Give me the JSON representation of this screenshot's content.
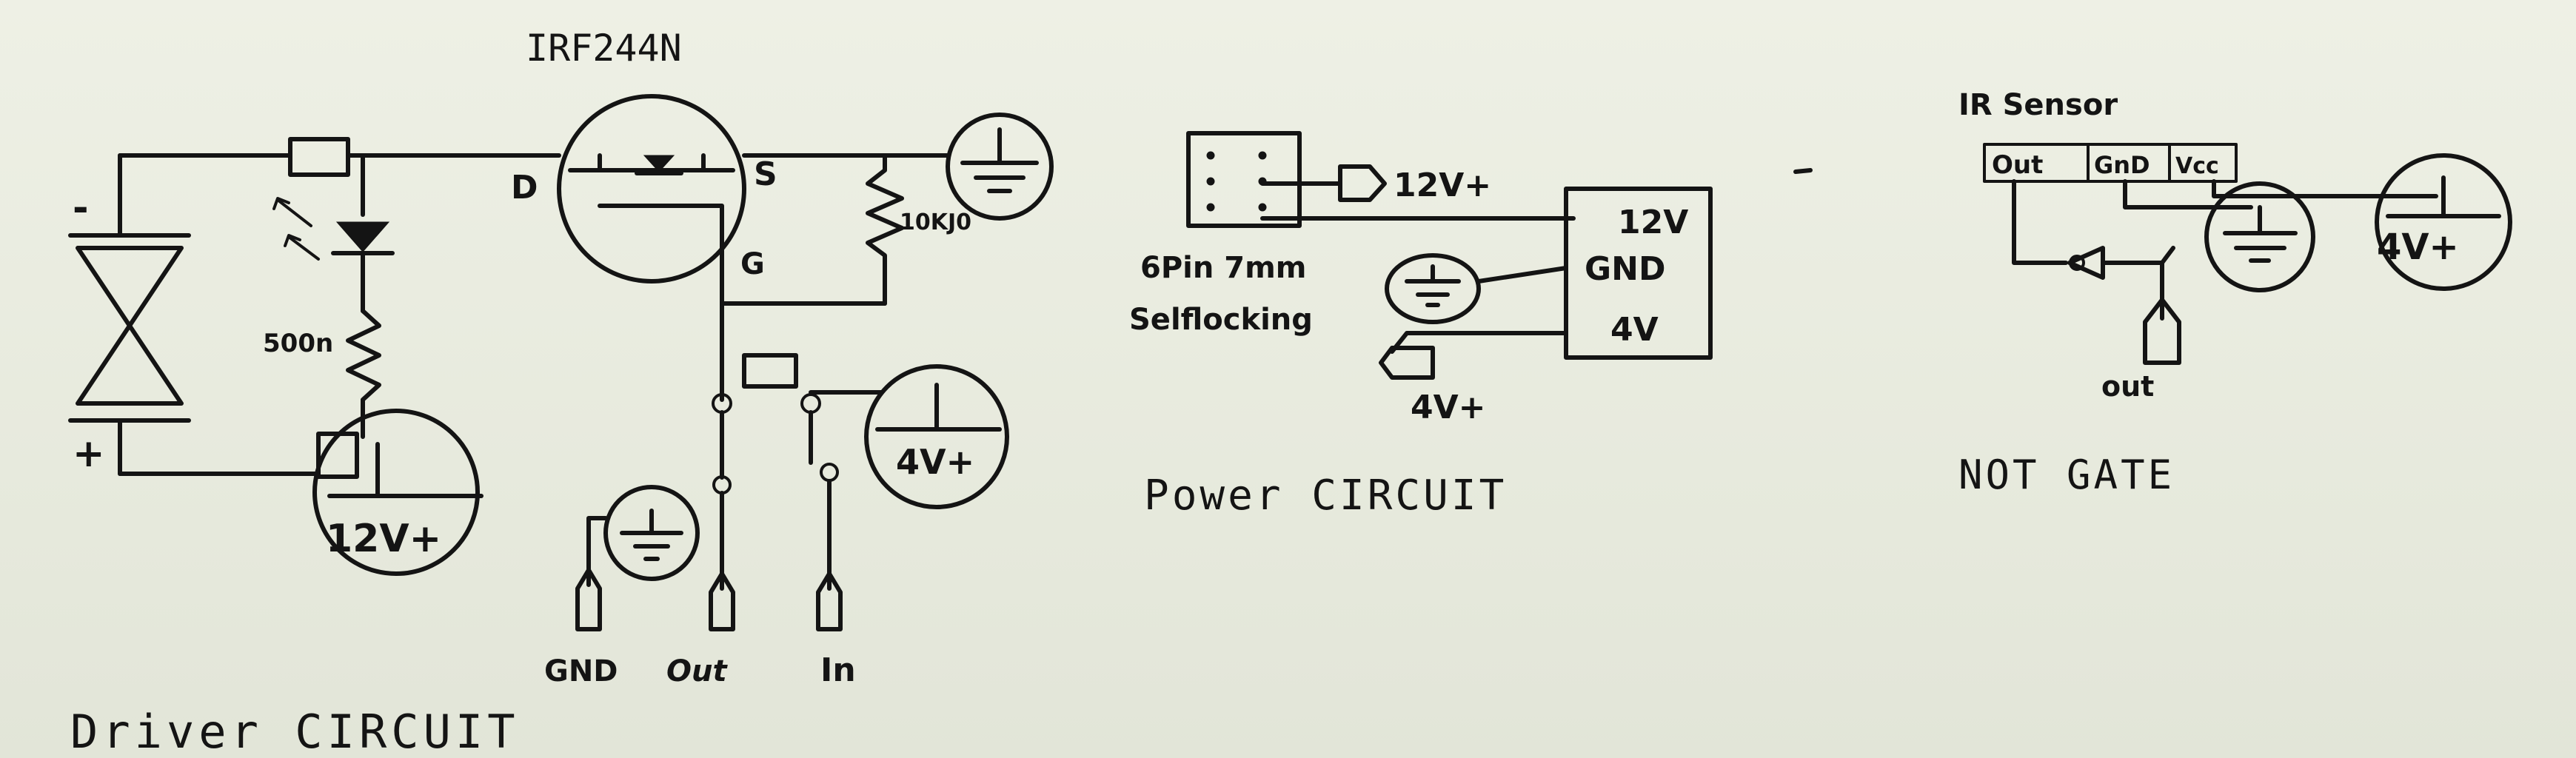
{
  "driver": {
    "mosfet_name": "IRF244N",
    "pin_d": "D",
    "pin_s": "S",
    "pin_g": "G",
    "resistor_top": "10KJ0",
    "resistor_led": "500n",
    "supply_12v": "12V+",
    "supply_4v": "4V+",
    "minus": "-",
    "plus": "+",
    "pin_gnd": "GND",
    "pin_out": "Out",
    "pin_in": "In",
    "title": "Driver CIRCUIT"
  },
  "power": {
    "connector_desc_1": "6Pin 7mm",
    "connector_desc_2": "Selflocking",
    "v12_tag": "12V+",
    "v4_tag": "4V+",
    "row_12v": "12V",
    "row_gnd": "GND",
    "row_4v": "4V",
    "title": "Power CIRCUIT"
  },
  "not_gate": {
    "sensor_title": "IR Sensor",
    "pin_out": "Out",
    "pin_gnd": "GnD",
    "pin_vcc": "Vcc",
    "supply_4v": "4V+",
    "out_label": "out",
    "title": "NOT GATE"
  },
  "colors": {
    "ink": "#141414",
    "paper": "#e9ecdf"
  }
}
